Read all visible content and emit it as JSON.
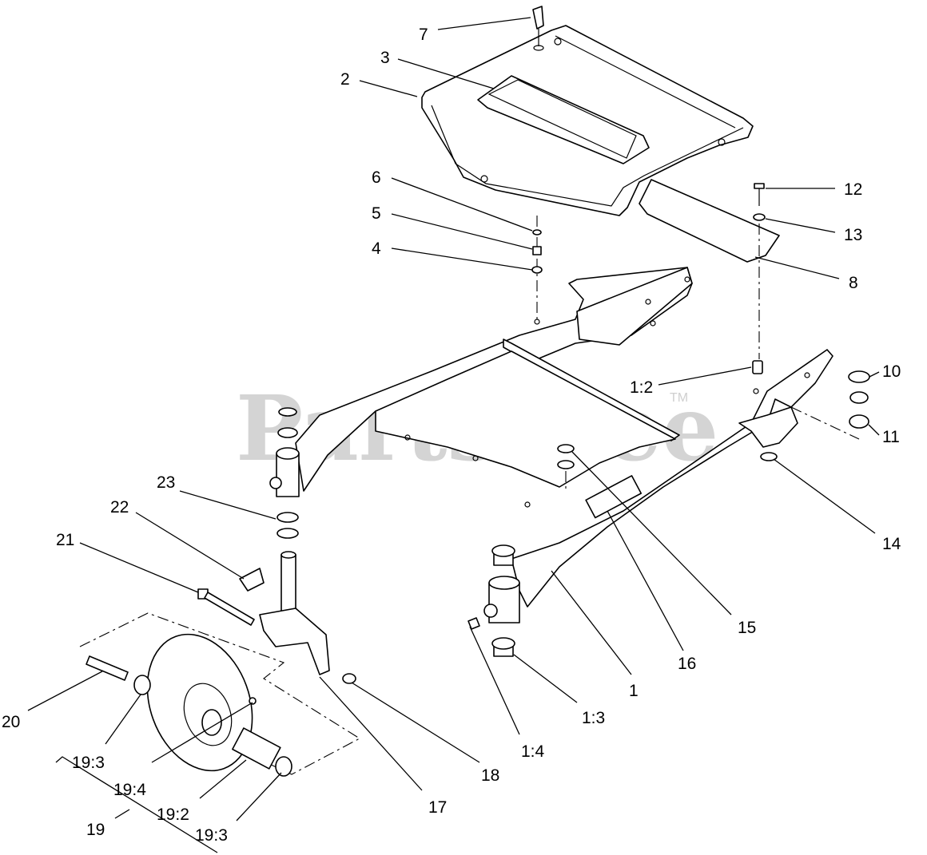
{
  "watermark": {
    "text": "PartsTree",
    "trademark": "TM"
  },
  "callouts": {
    "c1": "1",
    "c1_2": "1:2",
    "c1_3": "1:3",
    "c1_4": "1:4",
    "c2": "2",
    "c3": "3",
    "c4": "4",
    "c5": "5",
    "c6": "6",
    "c7": "7",
    "c8": "8",
    "c10": "10",
    "c11": "11",
    "c12": "12",
    "c13": "13",
    "c14": "14",
    "c15": "15",
    "c16": "16",
    "c17": "17",
    "c18": "18",
    "c19": "19",
    "c19_2": "19:2",
    "c19_3a": "19:3",
    "c19_3b": "19:3",
    "c19_4": "19:4",
    "c20": "20",
    "c21": "21",
    "c22": "22",
    "c23": "23"
  }
}
